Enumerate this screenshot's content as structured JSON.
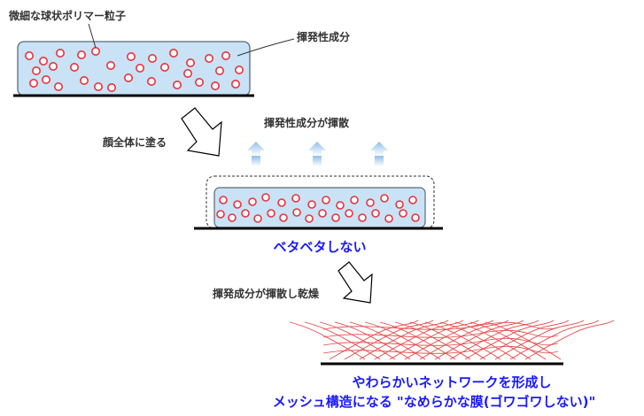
{
  "labels": {
    "particles": "微細な球状ポリマー粒子",
    "volatile": "揮発性成分",
    "apply": "顔全体に塗る",
    "evaporate": "揮発性成分が揮散",
    "not_sticky": "ベタベタしない",
    "dry": "揮発成分が揮散し乾燥",
    "network_line1": "やわらかいネットワークを形成し",
    "network_line2": "メッシュ構造になる \"なめらかな膜(ゴワゴワしない)\""
  },
  "colors": {
    "film_fill": "#c9e2f6",
    "film_stroke": "#5a6a7a",
    "particle_fill": "#ffffff",
    "particle_stroke": "#e8333c",
    "arrow_fill": "#a9cdee",
    "caption": "#1a1aff",
    "network": "#e84545"
  }
}
